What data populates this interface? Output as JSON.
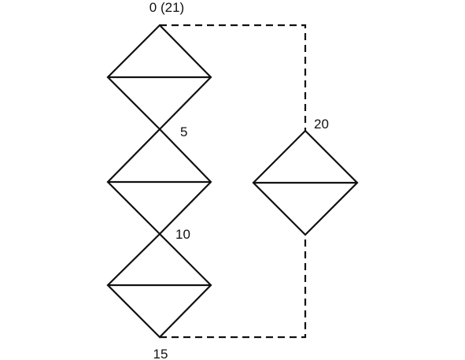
{
  "labels": {
    "top": "0 (21)",
    "joint_upper": "5",
    "joint_lower": "10",
    "bottom": "15",
    "right": "20"
  },
  "colors": {
    "stroke": "#111111",
    "background": "#ffffff"
  }
}
